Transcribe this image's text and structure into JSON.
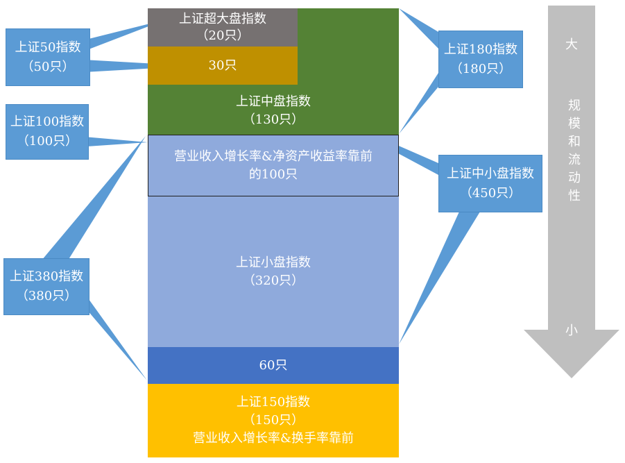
{
  "blocks": {
    "super_large": {
      "name": "上证超大盘指数",
      "count": "（20只）"
    },
    "b30": {
      "label": "30只"
    },
    "mid": {
      "name": "上证中盘指数",
      "count": "（130只）"
    },
    "growth": {
      "line1": "营业收入增长率&净资产收益率靠前",
      "line2": "的100只"
    },
    "small": {
      "name": "上证小盘指数",
      "count": "（320只）"
    },
    "b60": {
      "label": "60只"
    },
    "sz150": {
      "name": "上证150指数",
      "count": "（150只）",
      "note": "营业收入增长率&换手率靠前"
    }
  },
  "callouts": {
    "sz50": {
      "name": "上证50指数",
      "count": "（50只）"
    },
    "sz100": {
      "name": "上证100指数",
      "count": "（100只）"
    },
    "sz380": {
      "name": "上证380指数",
      "count": "（380只）"
    },
    "sz180": {
      "name": "上证180指数",
      "count": "（180只）"
    },
    "sz_midsmall": {
      "name": "上证中小盘指数",
      "count": "（450只）"
    }
  },
  "scale_arrow": {
    "top": "大",
    "middle": "规模和流动性",
    "bottom": "小"
  },
  "colors": {
    "super_large": "#767171",
    "b30": "#bf9000",
    "mid": "#548235",
    "light_blue": "#8faadc",
    "b60": "#4472c4",
    "sz150": "#ffc000",
    "callout": "#5b9bd5",
    "arrow": "#bfbfbf"
  }
}
